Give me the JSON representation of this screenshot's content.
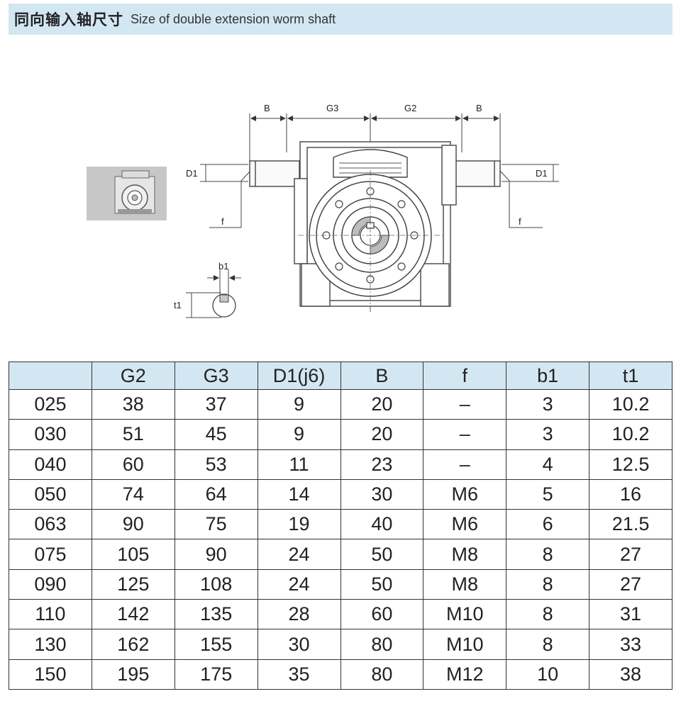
{
  "header": {
    "title_cn": "同向输入轴尺寸",
    "title_en": "Size of double extension worm shaft"
  },
  "drawing": {
    "labels": {
      "b_left": "B",
      "g3": "G3",
      "g2": "G2",
      "b_right": "B",
      "d1_left": "D1",
      "d1_right": "D1",
      "f_left": "f",
      "f_right": "f",
      "b1": "b1",
      "t1": "t1"
    }
  },
  "table": {
    "headers": [
      "",
      "G2",
      "G3",
      "D1(j6)",
      "B",
      "f",
      "b1",
      "t1"
    ],
    "rows": [
      [
        "025",
        "38",
        "37",
        "9",
        "20",
        "–",
        "3",
        "10.2"
      ],
      [
        "030",
        "51",
        "45",
        "9",
        "20",
        "–",
        "3",
        "10.2"
      ],
      [
        "040",
        "60",
        "53",
        "11",
        "23",
        "–",
        "4",
        "12.5"
      ],
      [
        "050",
        "74",
        "64",
        "14",
        "30",
        "M6",
        "5",
        "16"
      ],
      [
        "063",
        "90",
        "75",
        "19",
        "40",
        "M6",
        "6",
        "21.5"
      ],
      [
        "075",
        "105",
        "90",
        "24",
        "50",
        "M8",
        "8",
        "27"
      ],
      [
        "090",
        "125",
        "108",
        "24",
        "50",
        "M8",
        "8",
        "27"
      ],
      [
        "110",
        "142",
        "135",
        "28",
        "60",
        "M10",
        "8",
        "31"
      ],
      [
        "130",
        "162",
        "155",
        "30",
        "80",
        "M10",
        "8",
        "33"
      ],
      [
        "150",
        "195",
        "175",
        "35",
        "80",
        "M12",
        "10",
        "38"
      ]
    ]
  }
}
